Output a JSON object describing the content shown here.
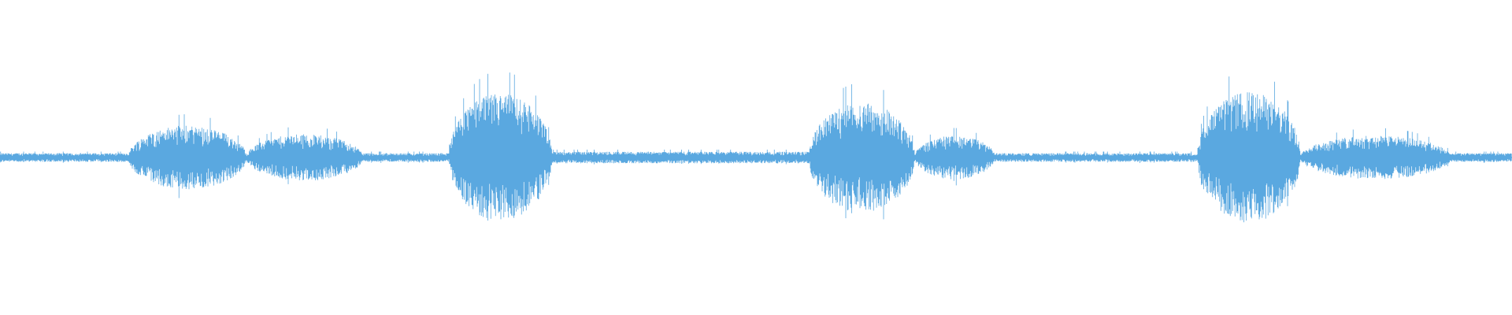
{
  "waveform": {
    "color": "#5aa8e0",
    "background": "#ffffff",
    "segments": [
      {
        "start": 0.0,
        "end": 0.085,
        "amplitude": 0.03
      },
      {
        "start": 0.085,
        "end": 0.163,
        "amplitude": 0.22
      },
      {
        "start": 0.163,
        "end": 0.24,
        "amplitude": 0.16
      },
      {
        "start": 0.24,
        "end": 0.297,
        "amplitude": 0.03
      },
      {
        "start": 0.297,
        "end": 0.365,
        "amplitude": 0.44
      },
      {
        "start": 0.365,
        "end": 0.535,
        "amplitude": 0.04
      },
      {
        "start": 0.535,
        "end": 0.605,
        "amplitude": 0.38
      },
      {
        "start": 0.605,
        "end": 0.658,
        "amplitude": 0.15
      },
      {
        "start": 0.658,
        "end": 0.792,
        "amplitude": 0.03
      },
      {
        "start": 0.792,
        "end": 0.86,
        "amplitude": 0.45
      },
      {
        "start": 0.86,
        "end": 0.96,
        "amplitude": 0.15
      },
      {
        "start": 0.96,
        "end": 1.0,
        "amplitude": 0.03
      }
    ]
  }
}
